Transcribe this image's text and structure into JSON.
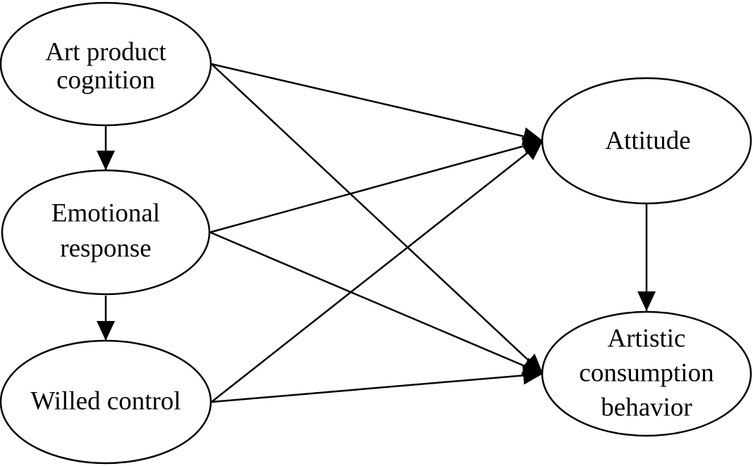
{
  "diagram": {
    "nodes": [
      {
        "id": "art_product_cognition",
        "lines": [
          "Art product",
          "cognition"
        ]
      },
      {
        "id": "emotional_response",
        "lines": [
          "Emotional",
          "response"
        ]
      },
      {
        "id": "willed_control",
        "lines": [
          "Willed control"
        ]
      },
      {
        "id": "attitude",
        "lines": [
          "Attitude"
        ]
      },
      {
        "id": "artistic_consumption_behavior",
        "lines": [
          "Artistic",
          "consumption",
          "behavior"
        ]
      }
    ],
    "edges": [
      {
        "from": "art_product_cognition",
        "to": "emotional_response"
      },
      {
        "from": "emotional_response",
        "to": "willed_control"
      },
      {
        "from": "art_product_cognition",
        "to": "attitude"
      },
      {
        "from": "art_product_cognition",
        "to": "artistic_consumption_behavior"
      },
      {
        "from": "emotional_response",
        "to": "attitude"
      },
      {
        "from": "emotional_response",
        "to": "artistic_consumption_behavior"
      },
      {
        "from": "willed_control",
        "to": "attitude"
      },
      {
        "from": "willed_control",
        "to": "artistic_consumption_behavior"
      },
      {
        "from": "attitude",
        "to": "artistic_consumption_behavior"
      }
    ]
  }
}
